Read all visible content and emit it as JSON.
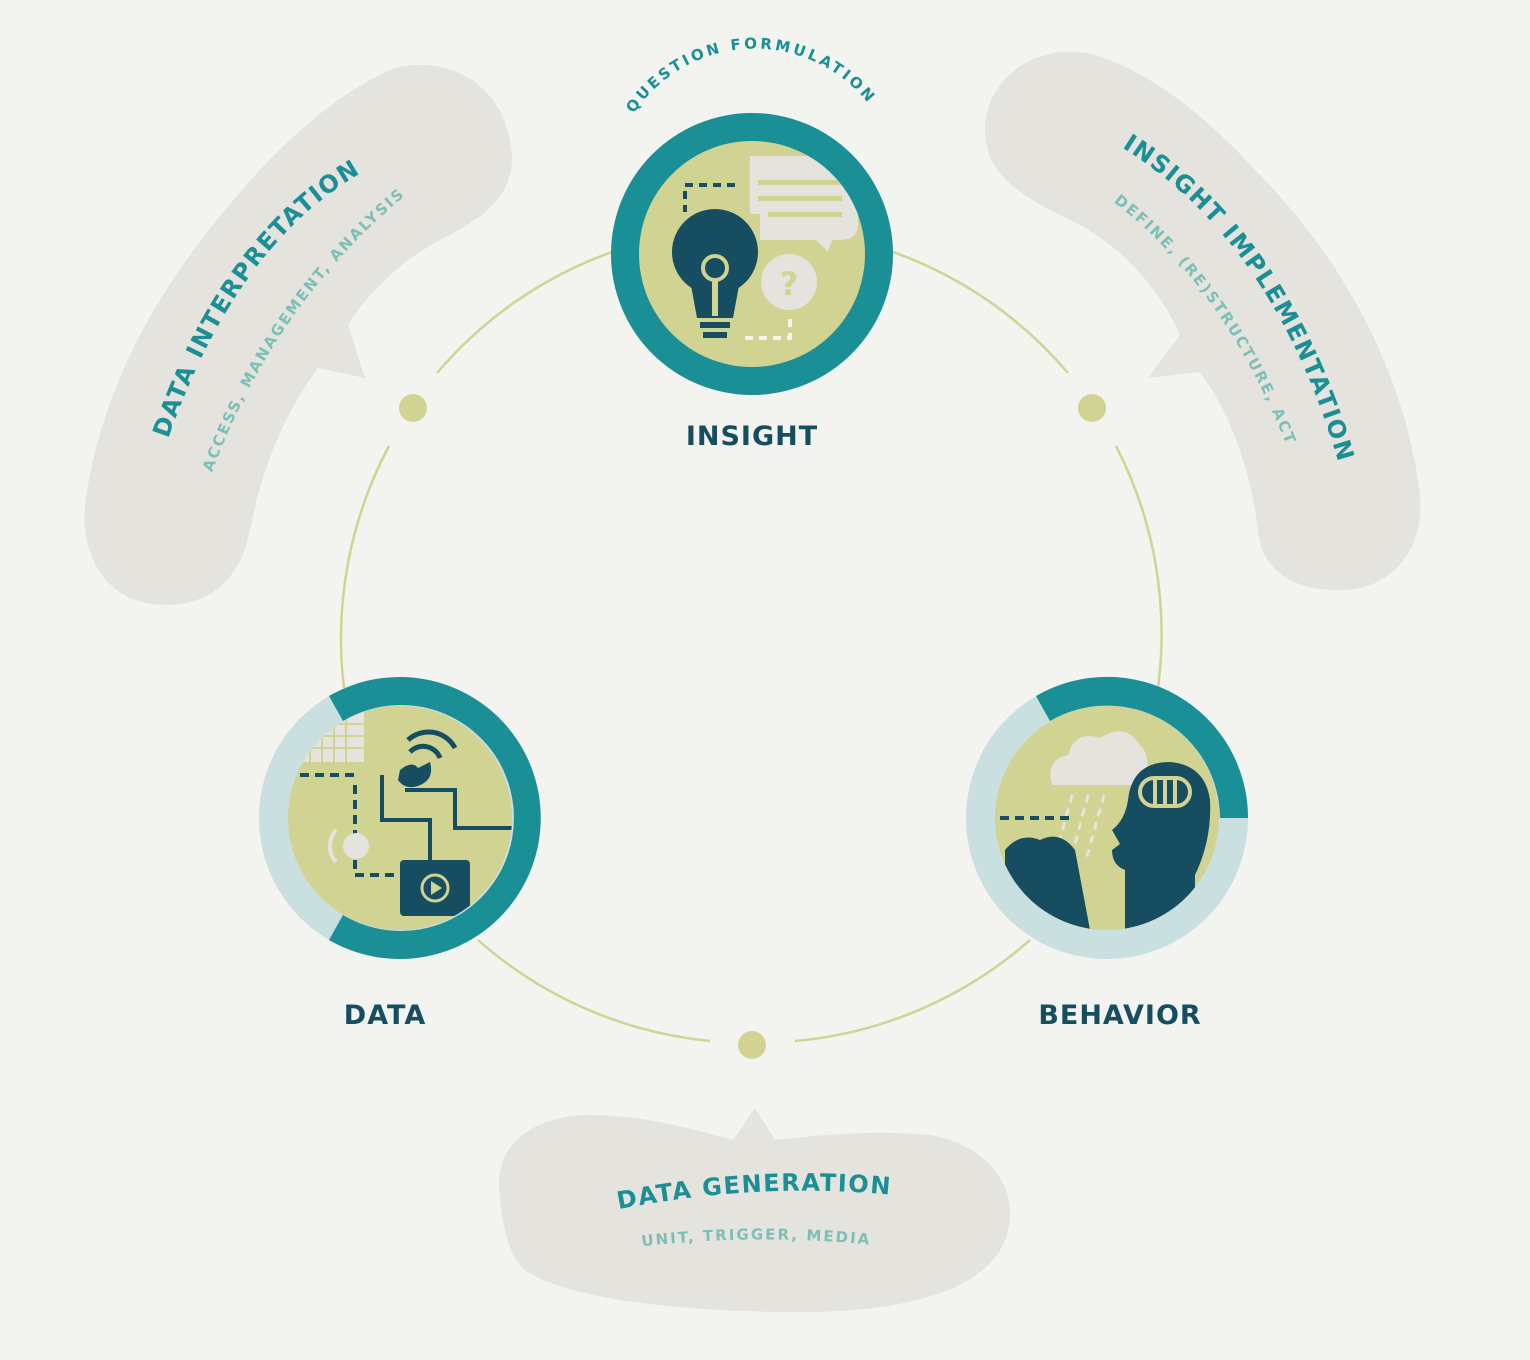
{
  "colors": {
    "background": "#f3f3ef",
    "teal": "#1a8f96",
    "dark_teal": "#164d60",
    "olive": "#d1d392",
    "pale_blue": "#c9dfe0",
    "blob": "#e4e3de",
    "sub_text": "#7cbfb8"
  },
  "nodes": {
    "insight": {
      "label": "INSIGHT",
      "arc_label": "QUESTION FORMULATION"
    },
    "data": {
      "label": "DATA"
    },
    "behavior": {
      "label": "BEHAVIOR"
    }
  },
  "phases": {
    "interpretation": {
      "title": "DATA INTERPRETATION",
      "subtitle": "ACCESS, MANAGEMENT, ANALYSIS"
    },
    "implementation": {
      "title": "INSIGHT IMPLEMENTATION",
      "subtitle": "DEFINE, (RE)STRUCTURE, ACT"
    },
    "generation": {
      "title": "DATA GENERATION",
      "subtitle": "UNIT, TRIGGER, MEDIA"
    }
  },
  "icons": {
    "insight": [
      "lightbulb-icon",
      "speech-bubble-icon",
      "question-mark-icon"
    ],
    "data": [
      "grid-icon",
      "wifi-signal-icon",
      "bird-icon",
      "video-play-icon",
      "radio-wave-icon"
    ],
    "behavior": [
      "cloud-rain-icon",
      "head-brain-icon",
      "hand-icon"
    ]
  }
}
